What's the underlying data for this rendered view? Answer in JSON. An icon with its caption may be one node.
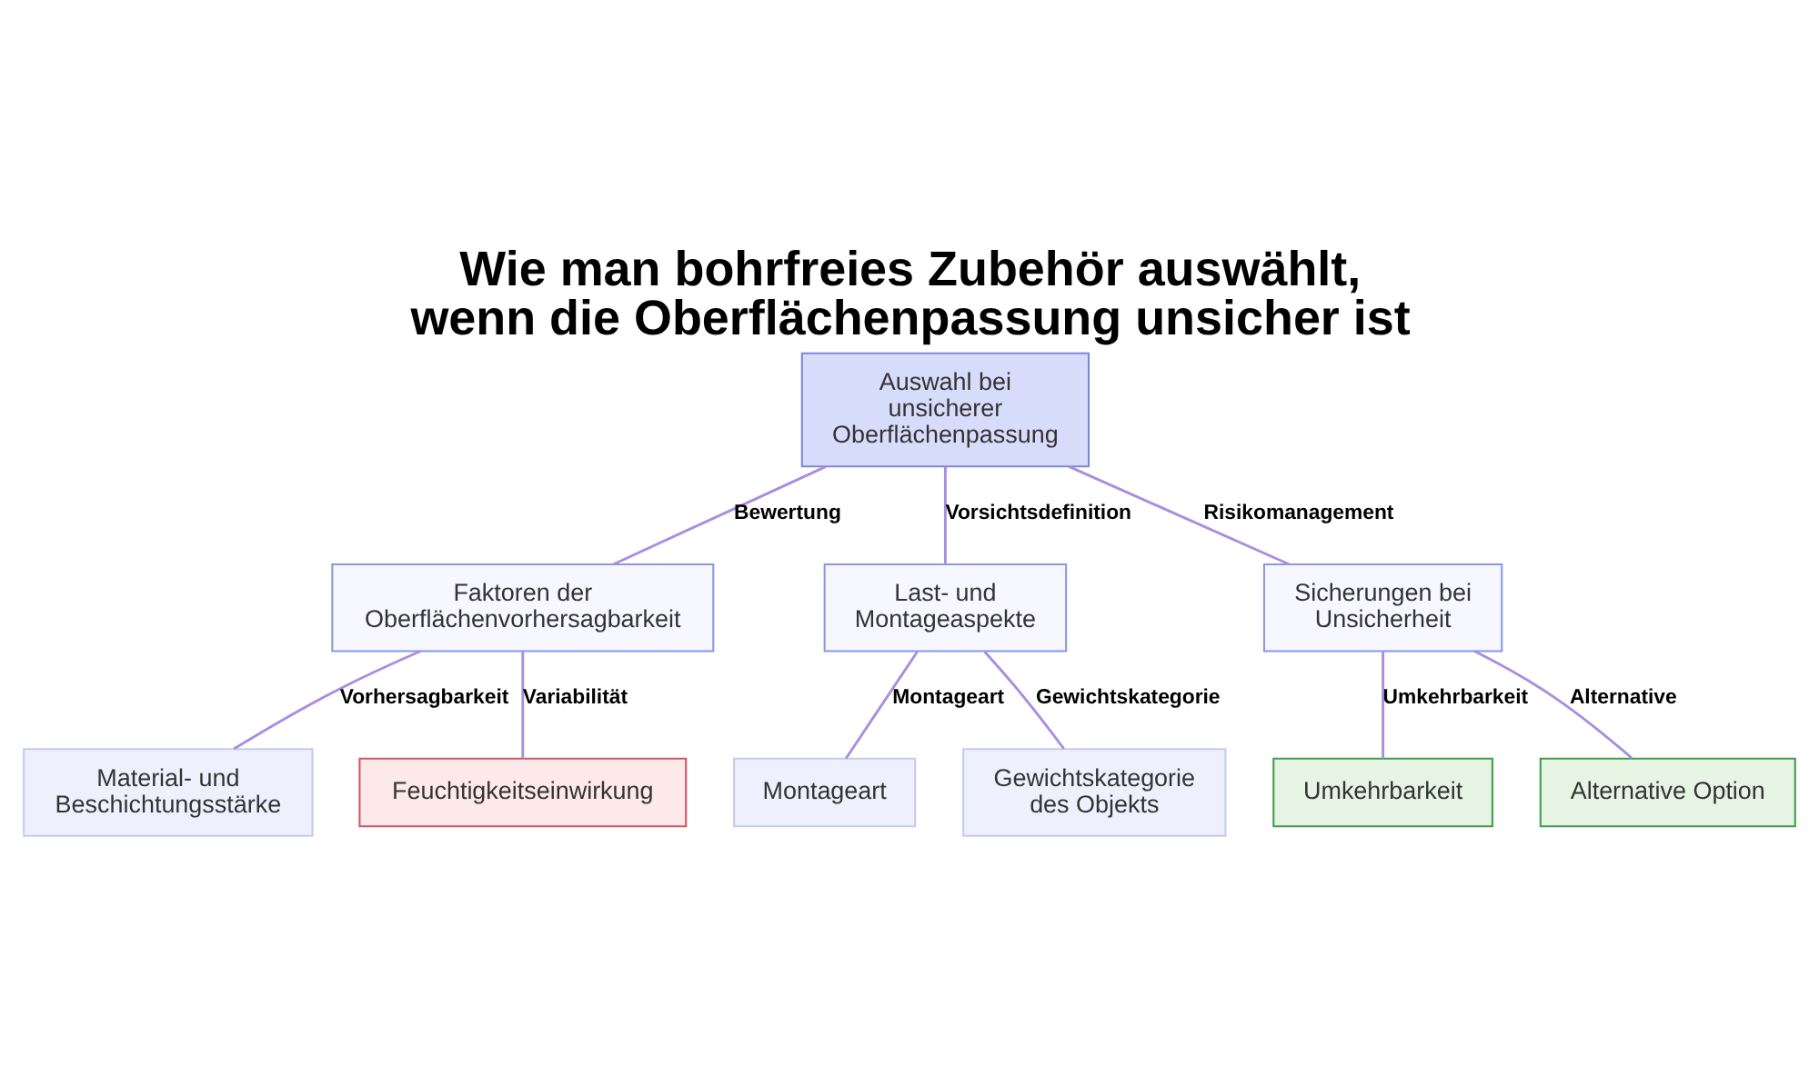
{
  "diagram": {
    "title": "Wie man bohrfreies Zubehör auswählt, wenn die Oberflächenpassung unsicher ist",
    "nodes": [
      {
        "text": [
          "Auswahl bei unsicherer Oberflächenpassung"
        ]
      },
      {
        "text": [
          "Faktoren der Oberflächenvorhersagbarkeit"
        ]
      },
      {
        "text": [
          "Last- und Montageaspekte"
        ]
      },
      {
        "text": [
          "Sicherungen bei Unsicherheit"
        ]
      },
      {
        "text": [
          "Material- und Beschichtungsstärke"
        ]
      },
      {
        "text": [
          "Feuchtigkeitseinwirkung"
        ]
      },
      {
        "text": [
          "Montageart"
        ]
      },
      {
        "text": [
          "Gewichtskategorie des Objekts"
        ]
      },
      {
        "text": [
          "Umkehrbarkeit"
        ]
      },
      {
        "text": [
          "Alternative Option"
        ]
      }
    ],
    "edges": [
      {
        "from": 0,
        "to": 1,
        "arrow": "none",
        "label": "Bewertung"
      },
      {
        "from": 0,
        "to": 2,
        "arrow": "none",
        "label": "Vorsichtsdefinition"
      },
      {
        "from": 0,
        "to": 3,
        "arrow": "none",
        "label": "Risikomanagement"
      },
      {
        "from": 1,
        "to": 4,
        "arrow": "none",
        "label": "Vorhersagbarkeit"
      },
      {
        "from": 1,
        "to": 5,
        "arrow": "none",
        "label": "Variabilität"
      },
      {
        "from": 2,
        "to": 6,
        "arrow": "none",
        "label": "Montageart"
      },
      {
        "from": 2,
        "to": 7,
        "arrow": "none",
        "label": "Gewichtskategorie"
      },
      {
        "from": 3,
        "to": 8,
        "arrow": "none",
        "label": "Umkehrbarkeit"
      },
      {
        "from": 3,
        "to": 9,
        "arrow": "none",
        "label": "Alternative"
      }
    ]
  }
}
